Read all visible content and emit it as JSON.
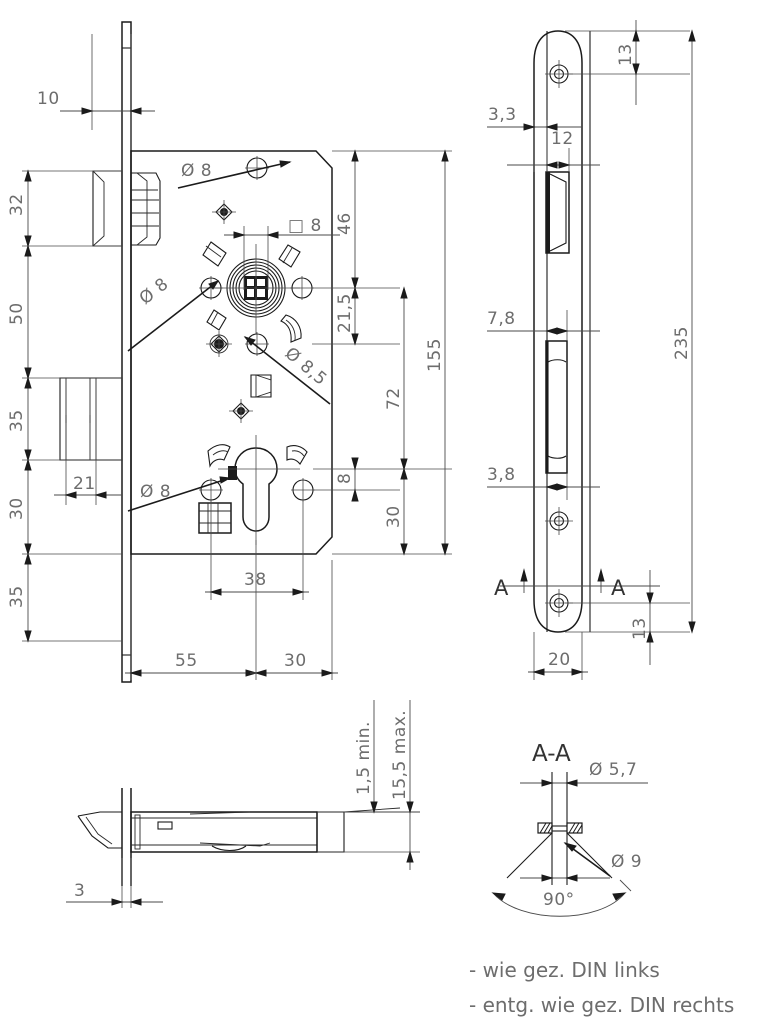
{
  "drawing": {
    "title": "Mortise lock technical drawing",
    "views": {
      "front": "front-view-lock-body",
      "side": "side-view-faceplate",
      "top": "top-view-section",
      "detail": "section-a-a"
    }
  },
  "front_view": {
    "dimensions": {
      "top_offset": "10",
      "latch_height": "32",
      "follower_to_latch": "50",
      "bolt_block": "35",
      "cylinder_zone": "30",
      "lower_zone": "35",
      "bolt_width": "21",
      "backset_left": "55",
      "backset_right": "30",
      "cyl_to_follower": "38",
      "top_to_follower": "46",
      "follower_band": "21,5",
      "total_height": "155",
      "follower_to_cyl": "72",
      "small_offset": "8",
      "lower_offset": "30"
    },
    "callouts": {
      "hole_top": "Ø 8",
      "square_follower": "□ 8",
      "hole_left": "Ø 8",
      "hole_cyl_bore": "Ø 8,5",
      "hole_lower_left": "Ø 8"
    }
  },
  "side_view": {
    "dimensions": {
      "top_screw": "13",
      "faceplate_edge": "3,3",
      "latch_window": "12",
      "bolt_window": "7,8",
      "bolt_window_lower": "3,8",
      "bottom_screw": "13",
      "faceplate_width": "20",
      "faceplate_length": "235"
    },
    "section_marks": {
      "left": "A",
      "right": "A"
    }
  },
  "top_view": {
    "dimensions": {
      "faceplate_thickness": "3",
      "latch_min": "1,5 min.",
      "latch_max": "15,5 max."
    }
  },
  "section_aa": {
    "label": "A-A",
    "dimensions": {
      "screw_hole": "Ø 5,7",
      "countersink": "Ø 9",
      "angle": "90°"
    }
  },
  "notes": [
    "- wie gez. DIN links",
    "- entg. wie gez. DIN rechts"
  ],
  "colors": {
    "line": "#1b1b1b",
    "dimension": "#4a4a4a",
    "text": "#6d6d6d",
    "background": "#ffffff"
  }
}
